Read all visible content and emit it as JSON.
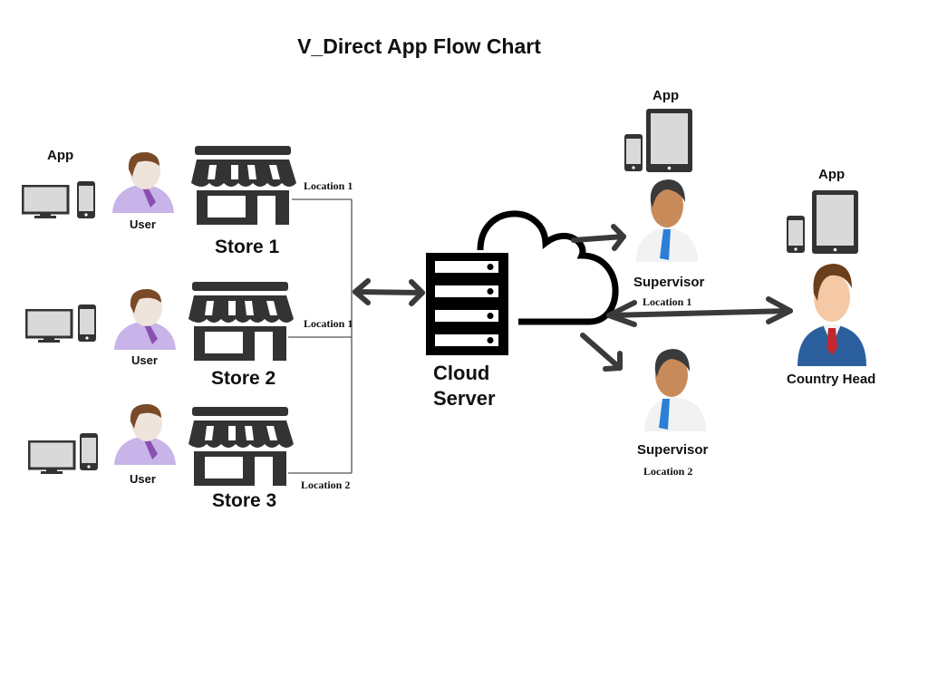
{
  "title": "V_Direct App Flow Chart",
  "colors": {
    "icon_dark": "#333333",
    "screen_gray": "#d9d9d9",
    "arrow": "#3a3a3a",
    "user_shirt": "#c8b4e8",
    "user_tie": "#8a4fb0",
    "supervisor_tie": "#2b7fd6",
    "country_head_suit": "#2b5f9e",
    "country_head_tie": "#c0282d",
    "skin": "#e8b890"
  },
  "stores": [
    {
      "name": "Store 1",
      "user_label": "User",
      "app_label": "App",
      "location": "Location 1"
    },
    {
      "name": "Store 2",
      "user_label": "User",
      "location": "Location 1"
    },
    {
      "name": "Store 3",
      "user_label": "User",
      "location": "Location 2"
    }
  ],
  "server": {
    "line1": "Cloud",
    "line2": "Server"
  },
  "supervisors": [
    {
      "label": "Supervisor",
      "location": "Location 1",
      "app_label": "App"
    },
    {
      "label": "Supervisor",
      "location": "Location 2"
    }
  ],
  "country_head": {
    "label": "Country Head",
    "app_label": "App"
  },
  "icons": {
    "desktop": "desktop-monitor-icon",
    "phone": "smartphone-icon",
    "tablet": "tablet-icon",
    "store": "storefront-icon",
    "server": "server-rack-icon",
    "cloud": "cloud-outline-icon",
    "user": "user-avatar-icon"
  }
}
